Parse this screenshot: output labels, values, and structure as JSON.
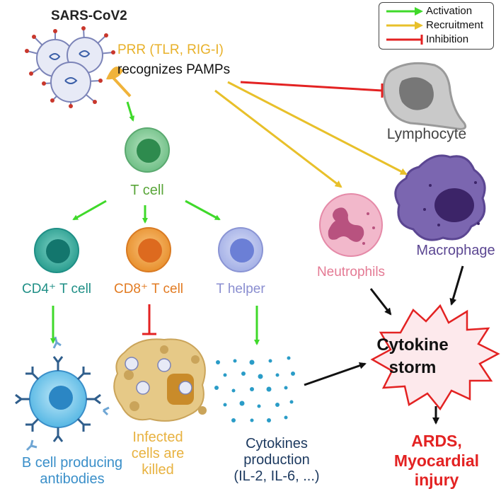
{
  "title": "SARS-CoV2",
  "prr_label": "PRR (TLR, RIG-I)",
  "pamps_label": "recognizes PAMPs",
  "legend": {
    "activation": "Activation",
    "recruitment": "Recruitment",
    "inhibition": "Inhibition"
  },
  "cells": {
    "lymphocyte": "Lymphocyte",
    "t_cell": "T cell",
    "cd4": "CD4⁺ T cell",
    "cd8": "CD8⁺ T cell",
    "t_helper": "T helper",
    "neutrophils": "Neutrophils",
    "macrophage": "Macrophage"
  },
  "outcomes": {
    "b_cell": "B cell producing\nantibodies",
    "infected": "Infected\ncells are\nkilled",
    "cytokines": "Cytokines\nproduction\n(IL-2, IL-6, ...)",
    "storm": "Cytokine\nstorm",
    "ards": "ARDS,\nMyocardial injury"
  },
  "colors": {
    "activation": "#3fd92a",
    "recruitment": "#e8c02a",
    "inhibition": "#e32222",
    "arrow": "#111111"
  }
}
